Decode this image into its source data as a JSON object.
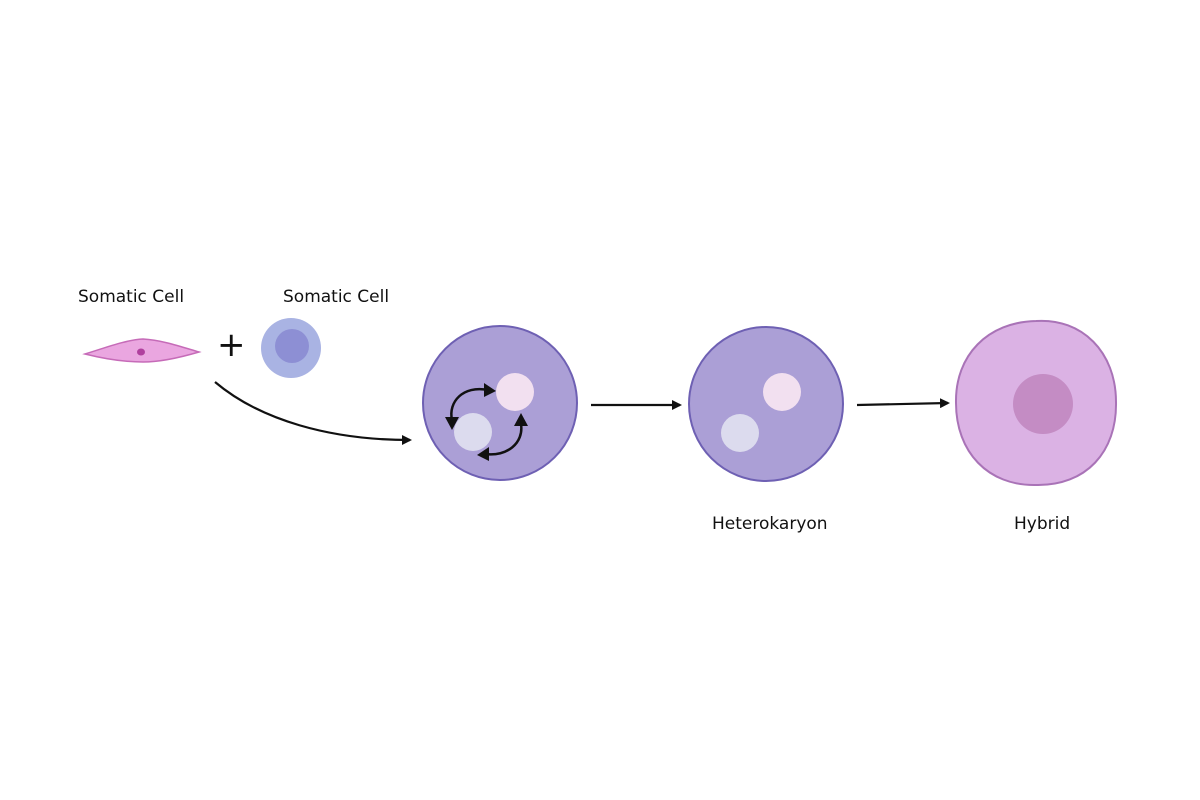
{
  "labels": {
    "somatic_cell_1": "Somatic Cell",
    "somatic_cell_2": "Somatic Cell",
    "heterokaryon": "Heterokaryon",
    "hybrid": "Hybrid"
  },
  "operator": "+",
  "colors": {
    "fibroblast_fill": "#eaa6e0",
    "fibroblast_stroke": "#c66bb8",
    "fibroblast_nucleus": "#b0409e",
    "round_cell_outer": "#a9b3e3",
    "round_cell_inner": "#8d8fd4",
    "fusion_cell_fill": "#ab9fd6",
    "fusion_cell_stroke": "#6e60b3",
    "nucleus_pink": "#f2e0f0",
    "nucleus_grey": "#dcdbee",
    "hybrid_cell_fill": "#dbb2e4",
    "hybrid_cell_stroke": "#a973b7",
    "hybrid_nucleus": "#c48cc4",
    "arrow": "#111111"
  }
}
